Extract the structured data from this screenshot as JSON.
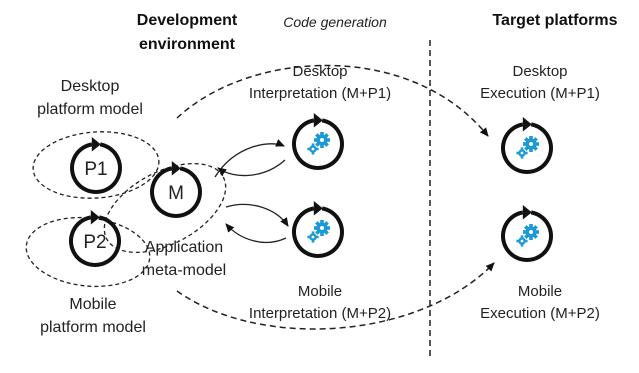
{
  "headers": {
    "development": [
      "Development",
      "environment"
    ],
    "code_generation": "Code generation",
    "target": "Target platforms"
  },
  "models": {
    "desktop_platform": [
      "Desktop",
      "platform model"
    ],
    "mobile_platform": [
      "Mobile",
      "platform model"
    ],
    "application": [
      "Application",
      "meta-model"
    ],
    "p1": "P1",
    "p2": "P2",
    "m": "M"
  },
  "interpretation": {
    "desktop": [
      "Desktop",
      "Interpretation (M+P1)"
    ],
    "mobile": [
      "Mobile",
      "Interpretation (M+P2)"
    ]
  },
  "execution": {
    "desktop": [
      "Desktop",
      "Execution (M+P1)"
    ],
    "mobile": [
      "Mobile",
      "Execution (M+P2)"
    ]
  },
  "colors": {
    "gear": "#1c9ad6",
    "ring": "#111111",
    "line": "#222222"
  }
}
